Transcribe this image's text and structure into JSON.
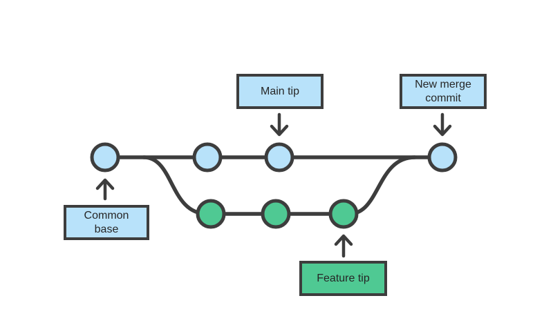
{
  "labels": {
    "main_tip": "Main tip",
    "new_merge_commit": "New merge commit",
    "common_base": "Common base",
    "feature_tip": "Feature tip"
  },
  "graph": {
    "type": "git-branch-merge-diagram",
    "main_branch": {
      "commit_count": 4,
      "node_color": "blue"
    },
    "feature_branch": {
      "commit_count": 3,
      "node_color": "green"
    },
    "annotations": [
      {
        "label": "Common base",
        "points_to": "first commit on main branch"
      },
      {
        "label": "Main tip",
        "points_to": "third commit on main branch"
      },
      {
        "label": "Feature tip",
        "points_to": "last commit on feature branch"
      },
      {
        "label": "New merge commit",
        "points_to": "final commit where feature merges into main"
      }
    ]
  },
  "colors": {
    "commit_blue": "#b8e2fa",
    "commit_green": "#4fc993",
    "line_dark": "#3d3d3d",
    "text_dark": "#262626",
    "background": "#ffffff"
  }
}
